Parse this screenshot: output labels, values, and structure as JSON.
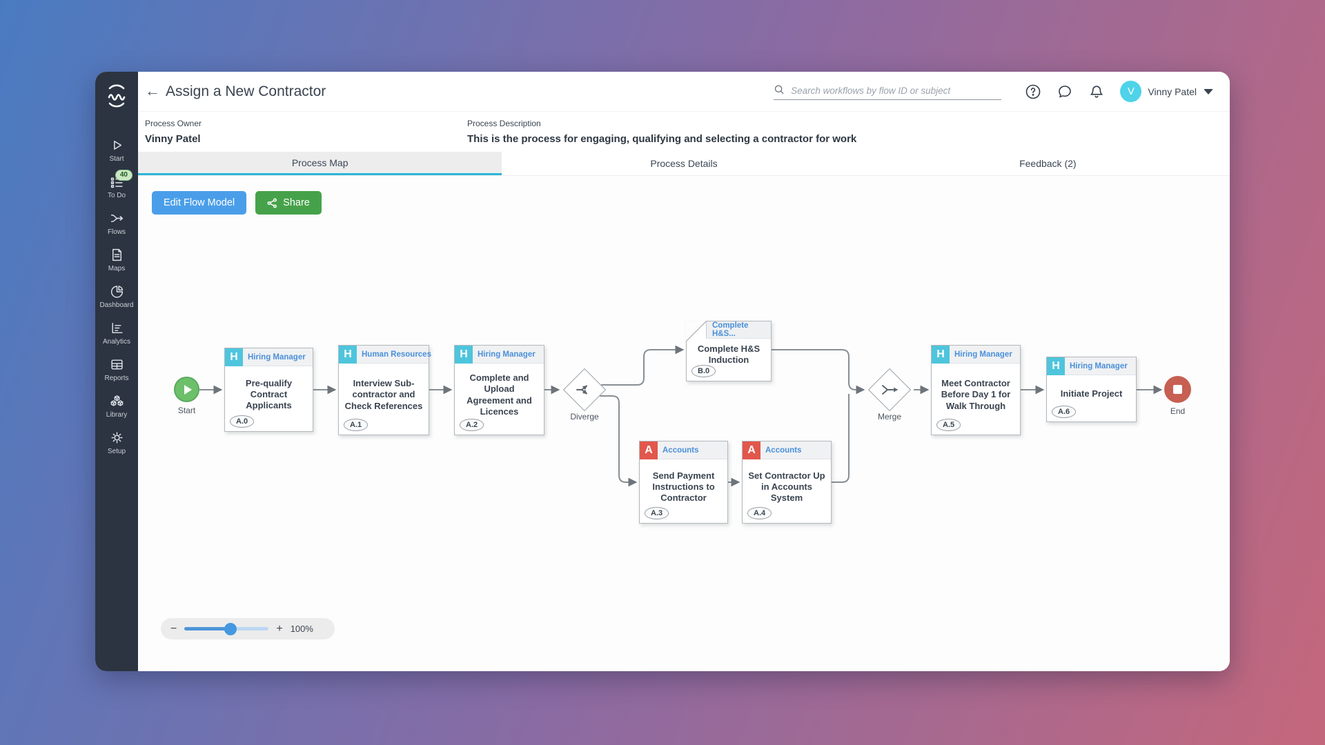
{
  "colors": {
    "accent_cyan": "#4ec5dd",
    "accent_blue": "#4a9ee9",
    "accent_green": "#46a24a",
    "accent_red": "#e2574c",
    "start_green": "#6cc069",
    "end_red": "#c75f52",
    "tab_underline": "#2cb5d6",
    "sidebar_bg": "#2c3441"
  },
  "sidebar": {
    "items": [
      {
        "label": "Start"
      },
      {
        "label": "To Do",
        "badge": "40"
      },
      {
        "label": "Flows"
      },
      {
        "label": "Maps"
      },
      {
        "label": "Dashboard"
      },
      {
        "label": "Analytics"
      },
      {
        "label": "Reports"
      },
      {
        "label": "Library"
      },
      {
        "label": "Setup"
      }
    ]
  },
  "header": {
    "title": "Assign a New Contractor",
    "search_placeholder": "Search workflows by flow ID or subject",
    "user_name": "Vinny Patel",
    "avatar_initial": "V"
  },
  "meta": {
    "owner_label": "Process Owner",
    "owner_value": "Vinny Patel",
    "description_label": "Process Description",
    "description_value": "This is the process for engaging, qualifying and selecting a contractor for work"
  },
  "tabs": [
    {
      "label": "Process Map"
    },
    {
      "label": "Process Details"
    },
    {
      "label": "Feedback (2)"
    }
  ],
  "toolbar": {
    "edit_label": "Edit Flow Model",
    "share_label": "Share"
  },
  "flow": {
    "start_label": "Start",
    "end_label": "End",
    "diverge_label": "Diverge",
    "merge_label": "Merge",
    "tasks": [
      {
        "letter": "H",
        "role": "Hiring Manager",
        "title": "Pre-qualify Contract Applicants",
        "id": "A.0"
      },
      {
        "letter": "H",
        "role": "Human Resources",
        "title": "Interview Sub-contractor and Check References",
        "id": "A.1"
      },
      {
        "letter": "H",
        "role": "Hiring Manager",
        "title": "Complete and Upload Agreement and Licences",
        "id": "A.2"
      },
      {
        "letter": "A",
        "role": "Accounts",
        "title": "Send Payment Instructions to Contractor",
        "id": "A.3"
      },
      {
        "letter": "A",
        "role": "Accounts",
        "title": "Set Contractor Up in Accounts System",
        "id": "A.4"
      },
      {
        "letter": "H",
        "role": "Hiring Manager",
        "title": "Meet Contractor Before Day 1 for Walk Through",
        "id": "A.5"
      },
      {
        "letter": "H",
        "role": "Hiring Manager",
        "title": "Initiate Project",
        "id": "A.6"
      }
    ],
    "subprocess": {
      "tab": "Complete H&S...",
      "title": "Complete H&S Induction",
      "id": "B.0"
    }
  },
  "zoom": {
    "minus": "−",
    "plus": "+",
    "level": "100%"
  }
}
